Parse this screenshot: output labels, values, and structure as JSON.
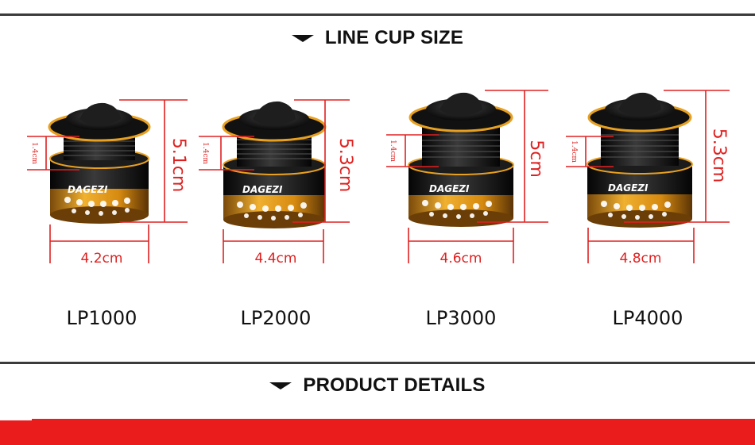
{
  "sections": {
    "line_cup_title": "LINE CUP SIZE",
    "product_details_title": "PRODUCT DETAILS"
  },
  "spools": [
    {
      "model": "LP1000",
      "width": "4.2cm",
      "height": "5.1cm",
      "cup": "1.4cm",
      "brand": "DAGEZI"
    },
    {
      "model": "LP2000",
      "width": "4.4cm",
      "height": "5.3cm",
      "cup": "1.4cm",
      "brand": "DAGEZI"
    },
    {
      "model": "LP3000",
      "width": "4.6cm",
      "height": "5cm",
      "cup": "1.4cm",
      "brand": "DAGEZI"
    },
    {
      "model": "LP4000",
      "width": "4.8cm",
      "height": "5.3cm",
      "cup": "1.4cm",
      "brand": "DAGEZI"
    }
  ],
  "colors": {
    "accent": "#ea1c1c",
    "dimension": "#e02020",
    "spool_gold": "#e8a020",
    "spool_body": "#1a1a1a"
  }
}
